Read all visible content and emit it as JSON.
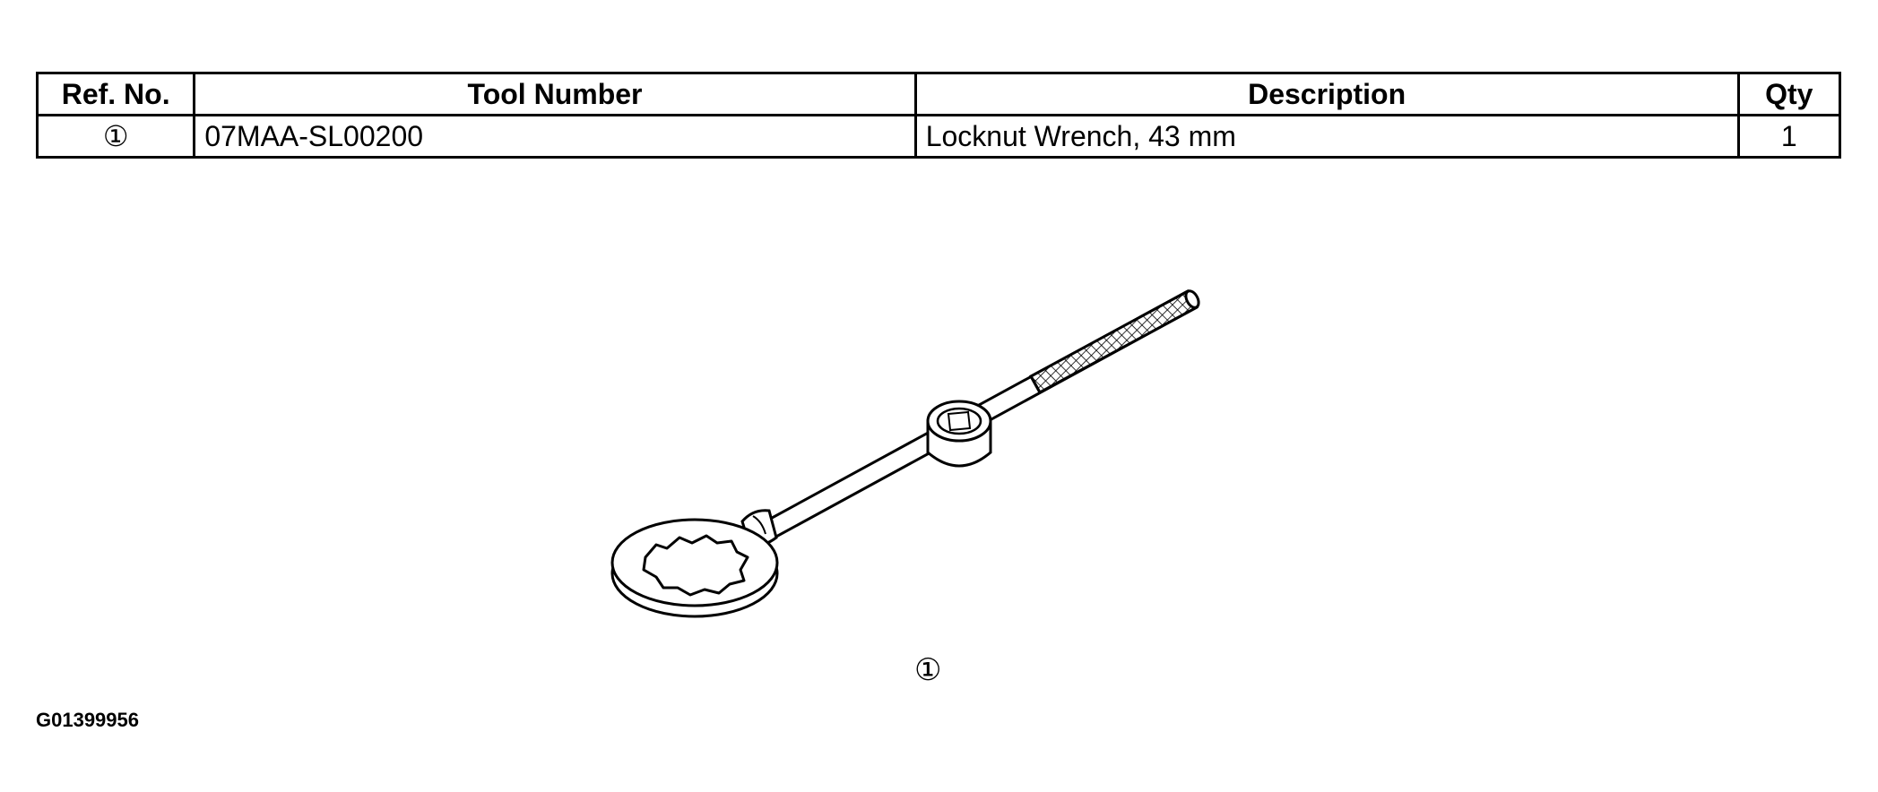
{
  "table": {
    "headers": {
      "ref_no": "Ref. No.",
      "tool_number": "Tool Number",
      "description": "Description",
      "qty": "Qty"
    },
    "rows": [
      {
        "ref_no": "①",
        "tool_number": "07MAA-SL00200",
        "description": "Locknut Wrench, 43 mm",
        "qty": "1"
      }
    ]
  },
  "illustration": {
    "icon": "locknut-wrench-icon",
    "callout": "①"
  },
  "figure_id": "G01399956"
}
